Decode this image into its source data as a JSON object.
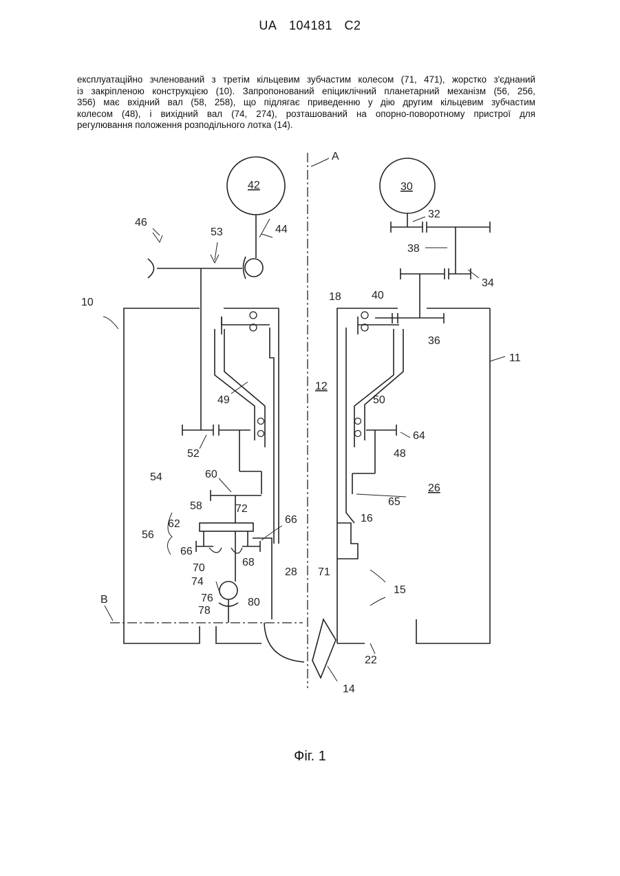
{
  "header": {
    "country": "UA",
    "number": "104181",
    "kind": "C2"
  },
  "text_lines": [
    "експлуатаційно зчленований з третім кільцевим зубчастим колесом (71, 471), жорстко з'єднаний",
    "із закріпленою конструкцією (10). Запропонований епіциклічний планетарний механізм (56, 256,",
    "356) має вхідний вал (58, 258), що підлягає приведенню у дію другим кільцевим зубчастим",
    "колесом (48), і вихідний вал (74, 274), розташований на опорно-поворотному пристрої для",
    "регулювання положення розподільного лотка (14)."
  ],
  "figure": {
    "labels": {
      "axisA": "A",
      "axisB": "B",
      "l42": "42",
      "l30": "30",
      "l46": "46",
      "l53": "53",
      "l44": "44",
      "l32": "32",
      "l38": "38",
      "l34": "34",
      "l10": "10",
      "l18": "18",
      "l40": "40",
      "l36": "36",
      "l11": "11",
      "l12": "12",
      "l49": "49",
      "l50": "50",
      "l64": "64",
      "l52": "52",
      "l48": "48",
      "l60": "60",
      "l54": "54",
      "l26": "26",
      "l58": "58",
      "l72": "72",
      "l65": "65",
      "l62": "62",
      "l66a": "66",
      "l56": "56",
      "l16": "16",
      "l66b": "66",
      "l68": "68",
      "l70": "70",
      "l28": "28",
      "l71": "71",
      "l74": "74",
      "l15": "15",
      "l76": "76",
      "l78": "78",
      "l80": "80",
      "l22": "22",
      "l14": "14"
    },
    "caption": "Фіг. 1"
  }
}
